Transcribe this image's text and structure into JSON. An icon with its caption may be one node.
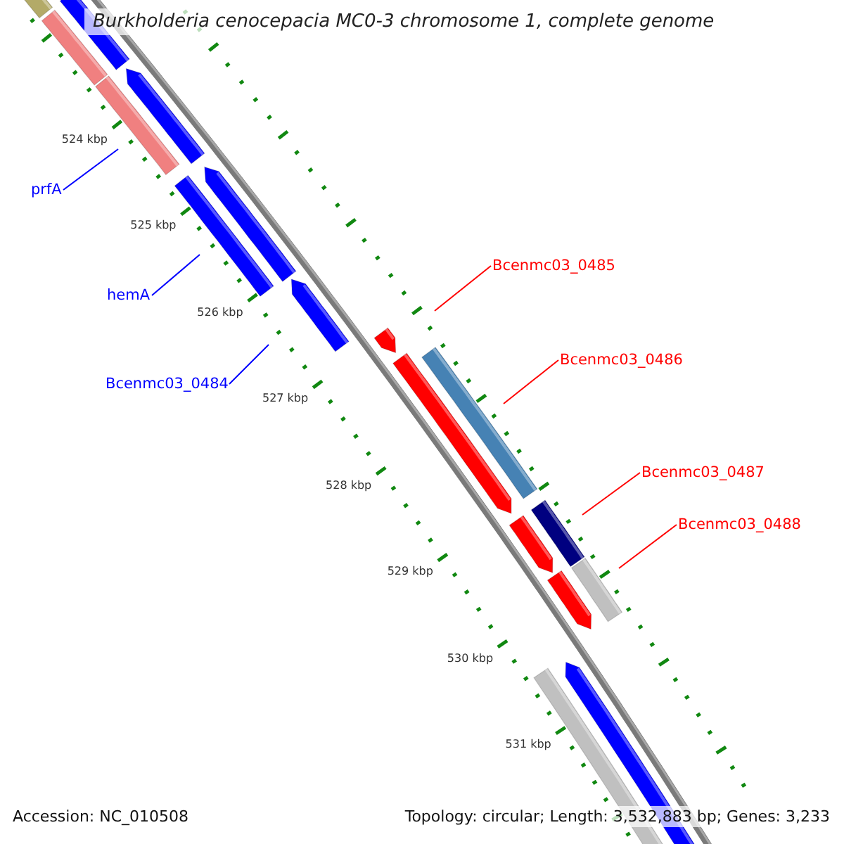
{
  "diagram": {
    "title": "Burkholderia cenocepacia MC0-3 chromosome 1, complete genome",
    "nodes": [
      {
        "text": [
          "prfA"
        ]
      },
      {
        "text": [
          "hemA"
        ]
      },
      {
        "text": [
          "Bcenmc03_0484"
        ]
      },
      {
        "text": [
          "Bcenmc03_0485"
        ]
      },
      {
        "text": [
          "Bcenmc03_0486"
        ]
      },
      {
        "text": [
          "Bcenmc03_0487"
        ]
      },
      {
        "text": [
          "Bcenmc03_0488"
        ]
      }
    ],
    "edges": [
      {
        "from": 0,
        "to": null,
        "arrow": "none",
        "color": "#0000ff"
      },
      {
        "from": 1,
        "to": null,
        "arrow": "none",
        "color": "#0000ff"
      },
      {
        "from": 2,
        "to": null,
        "arrow": "none",
        "color": "#0000ff"
      },
      {
        "from": 3,
        "to": null,
        "arrow": "none"
      },
      {
        "from": 4,
        "to": null,
        "arrow": "none"
      },
      {
        "from": 5,
        "to": null,
        "arrow": "none"
      },
      {
        "from": 6,
        "to": null,
        "arrow": "none"
      }
    ],
    "labels": [
      "524 kbp",
      "525 kbp",
      "526 kbp",
      "527 kbp",
      "528 kbp",
      "529 kbp",
      "530 kbp",
      "531 kbp",
      "Accession: NC_010508",
      "Topology: circular; Length: 3,532,883 bp; Genes: 3,233"
    ]
  }
}
